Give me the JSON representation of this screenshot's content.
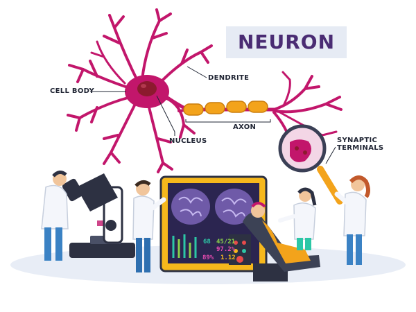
{
  "title": "NEURON",
  "labels": {
    "cell_body": "CELL BODY",
    "dendrite": "DENDRITE",
    "nucleus": "NUCLEUS",
    "axon": "AXON",
    "synaptic_terminals_line1": "SYNAPTIC",
    "synaptic_terminals_line2": "TERMINALS"
  },
  "monitor_readouts": {
    "r1": "68",
    "r2": "45/21",
    "r3": "97.2%",
    "r4": "89%",
    "r5": "1.12"
  },
  "colors": {
    "neuron": "#c2166b",
    "nucleus": "#8c1a2e",
    "axon_segment": "#f3a31b",
    "title_bg": "#e6ebf4",
    "title_text": "#4a2c73",
    "monitor_frame": "#f6b81c",
    "monitor_screen": "#2b2550",
    "floor": "#e8edf6",
    "coat": "#f4f6fb"
  }
}
